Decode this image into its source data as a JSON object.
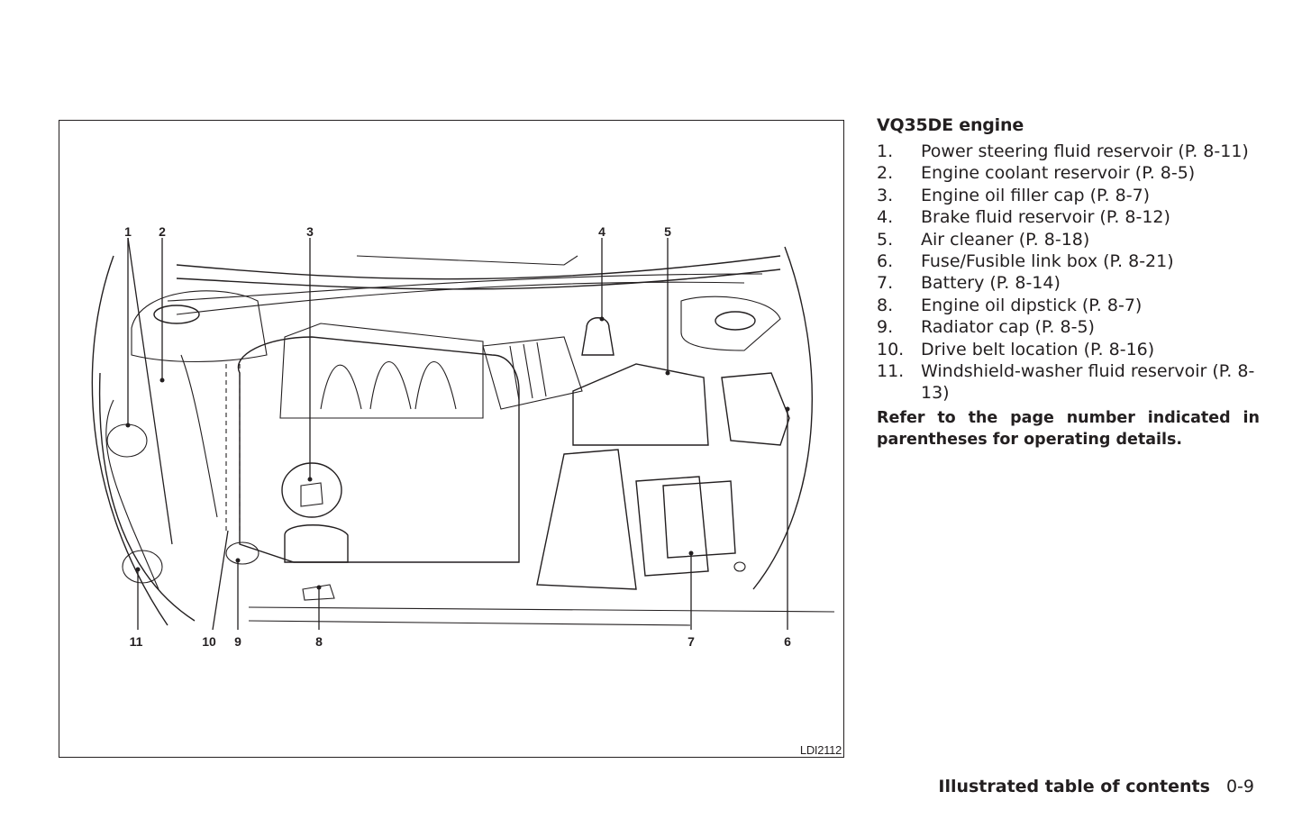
{
  "figure": {
    "id_label": "LDI2112",
    "callouts": [
      "1",
      "2",
      "3",
      "4",
      "5",
      "6",
      "7",
      "8",
      "9",
      "10",
      "11"
    ]
  },
  "legend": {
    "title": "VQ35DE engine",
    "items": [
      {
        "num": "1.",
        "text": "Power steering fluid reservoir (P. 8-11)"
      },
      {
        "num": "2.",
        "text": "Engine coolant reservoir (P. 8-5)"
      },
      {
        "num": "3.",
        "text": "Engine oil filler cap (P. 8-7)"
      },
      {
        "num": "4.",
        "text": "Brake fluid reservoir (P. 8-12)"
      },
      {
        "num": "5.",
        "text": "Air cleaner (P. 8-18)"
      },
      {
        "num": "6.",
        "text": "Fuse/Fusible link box (P. 8-21)"
      },
      {
        "num": "7.",
        "text": "Battery (P. 8-14)"
      },
      {
        "num": "8.",
        "text": "Engine oil dipstick (P. 8-7)"
      },
      {
        "num": "9.",
        "text": "Radiator cap (P. 8-5)"
      },
      {
        "num": "10.",
        "text": "Drive belt location (P. 8-16)"
      },
      {
        "num": "11.",
        "text": "Windshield-washer fluid reservoir (P. 8-13)"
      }
    ],
    "note": "Refer to the page number indicated in parentheses for operating details."
  },
  "footer": {
    "section": "Illustrated table of contents",
    "page": "0-9"
  }
}
